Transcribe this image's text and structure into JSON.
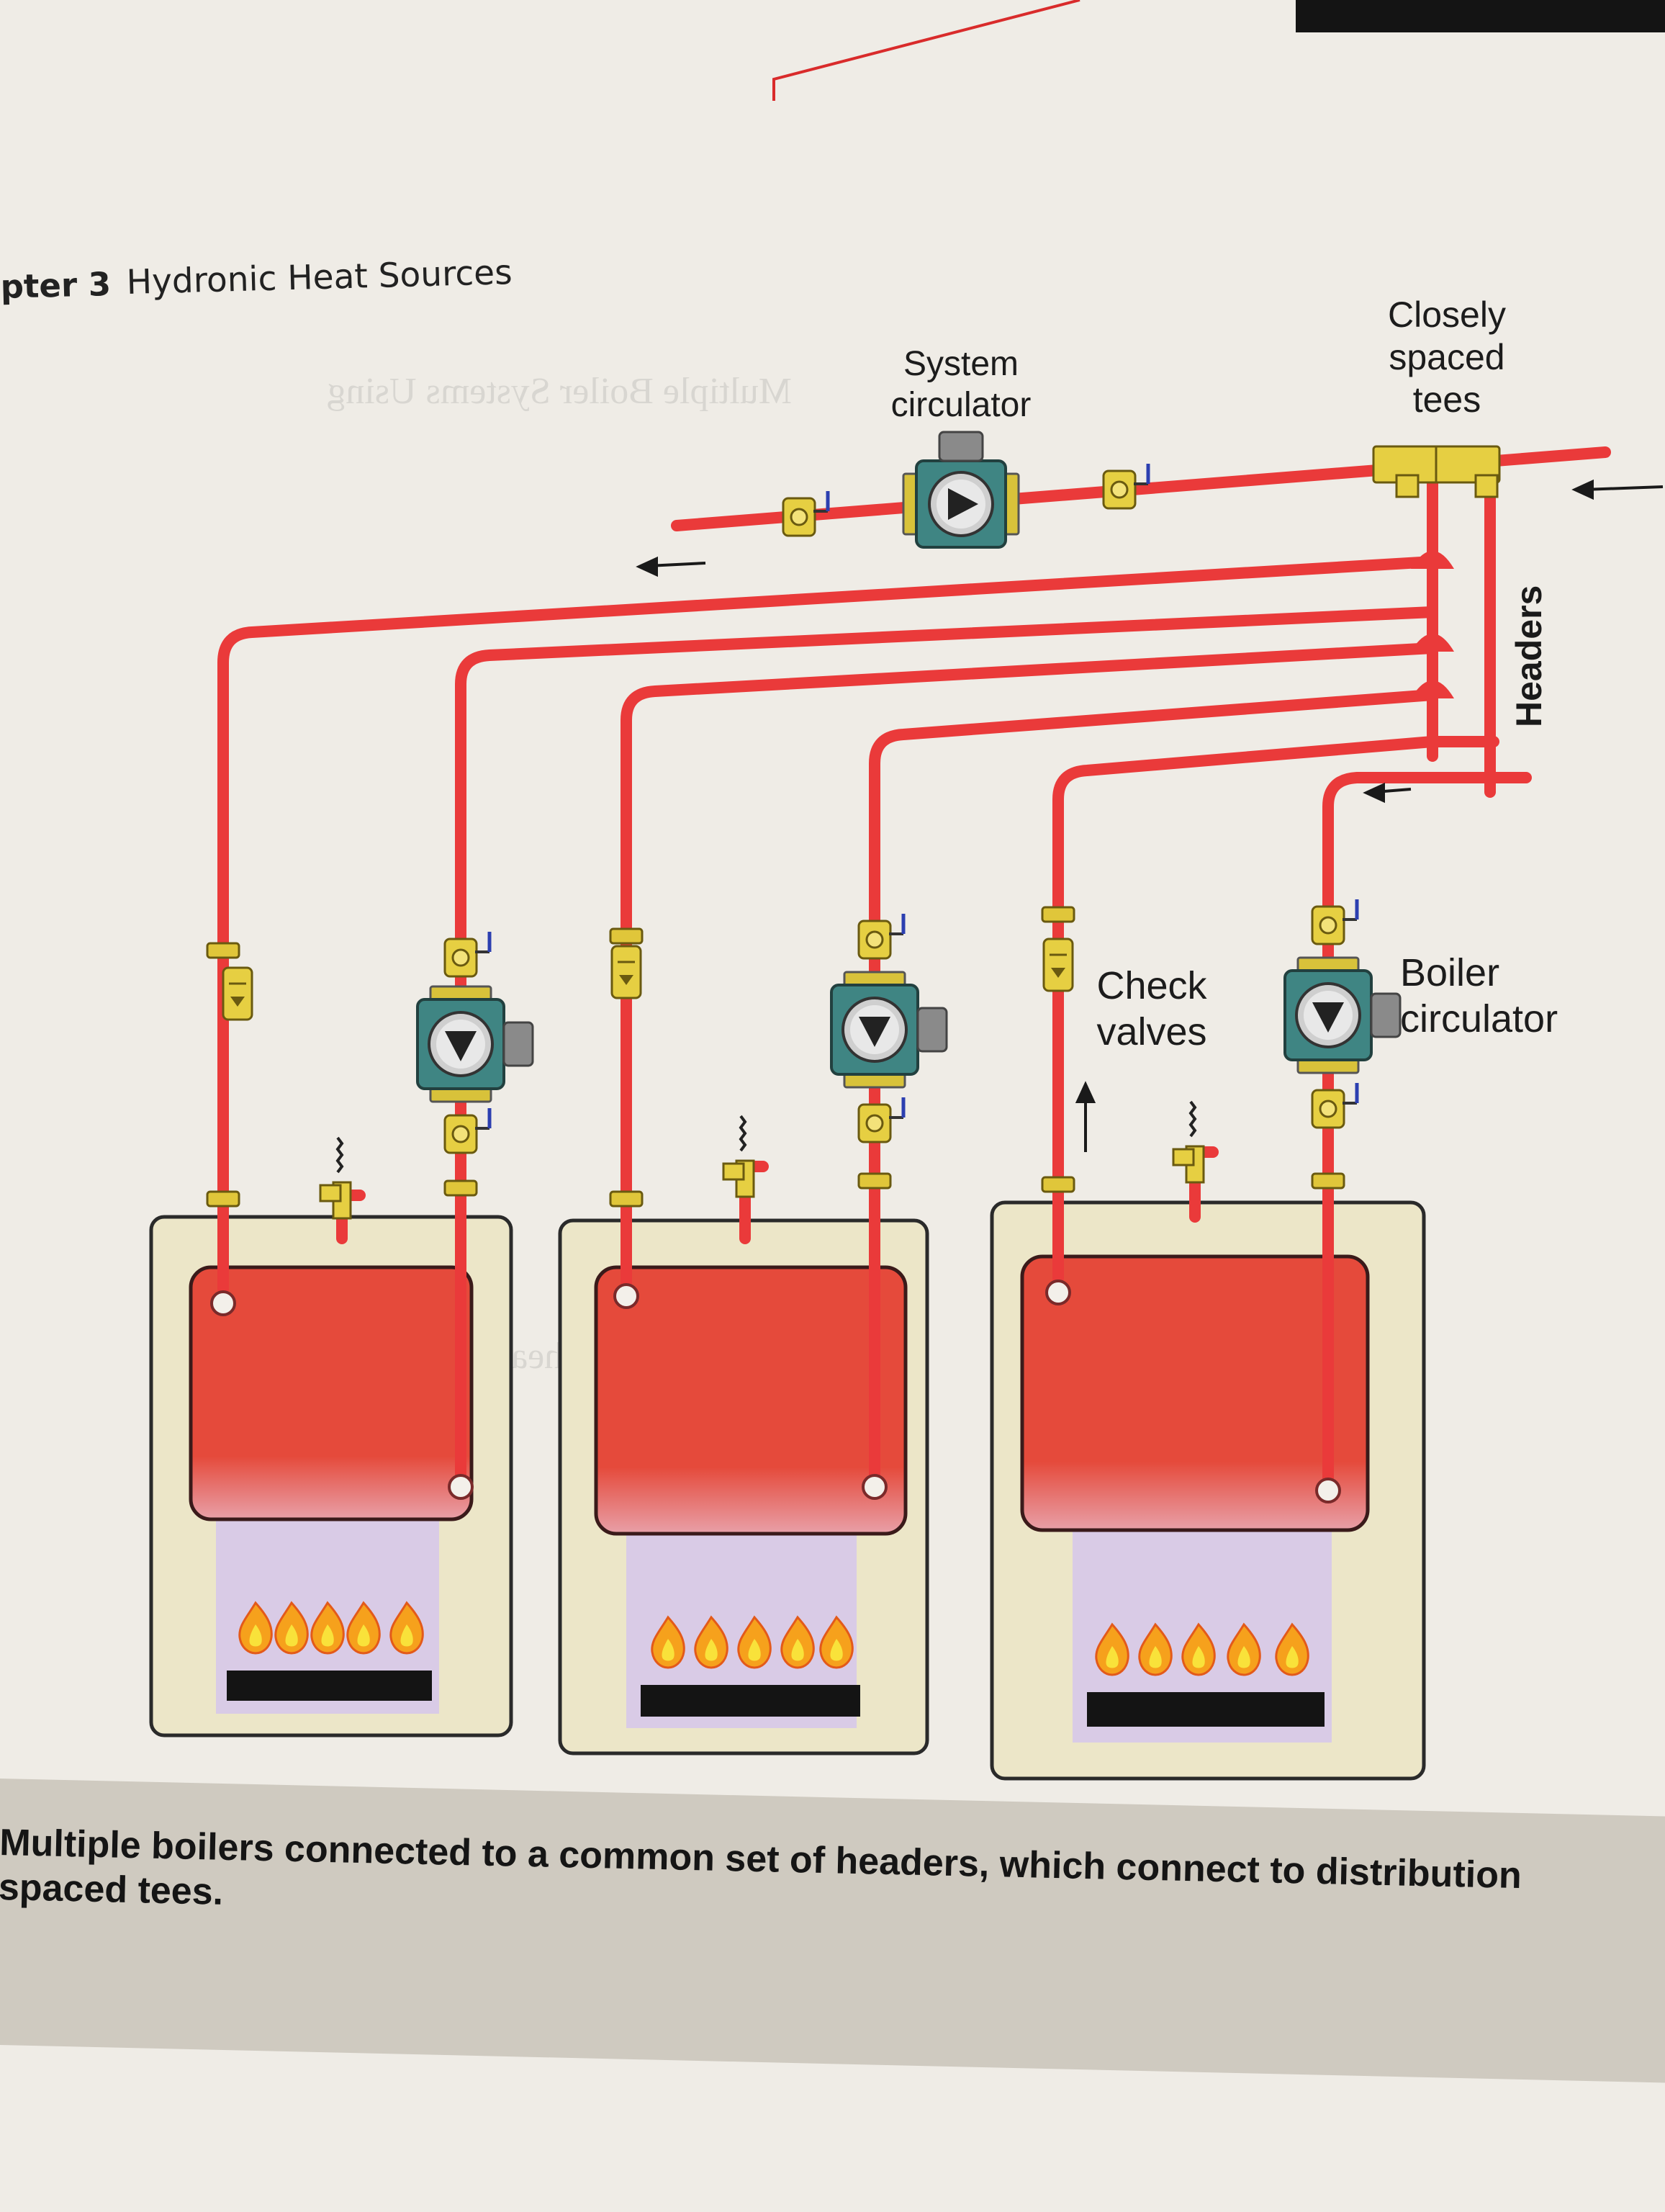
{
  "header": {
    "chapter": "pter 3",
    "title": "Hydronic Heat Sources"
  },
  "labels": {
    "system_circulator": [
      "System",
      "circulator"
    ],
    "closely_spaced_tees": [
      "Closely",
      "spaced",
      "tees"
    ],
    "headers": "Headers",
    "check_valves": [
      "Check",
      "valves"
    ],
    "boiler_circulator": [
      "Boiler",
      "circulator"
    ]
  },
  "caption": {
    "line1": "Multiple boilers connected to a common set of headers, which connect to distribution",
    "line2": "spaced tees."
  },
  "colors": {
    "pipe": "#ea3a3a",
    "heat_exchanger": "#e24a3b",
    "boiler_cabinet": "#ece6c8",
    "combustion_chamber": "#d9cbe6",
    "valve_brass": "#e6cf42",
    "pump_body": "#3f8583",
    "flame": "#f6a11c",
    "burner": "#141414"
  },
  "icons": [
    "circulator-pump-icon",
    "ball-valve-icon",
    "check-valve-icon",
    "pressure-relief-valve-icon",
    "flame-icon",
    "flow-arrow-icon"
  ]
}
